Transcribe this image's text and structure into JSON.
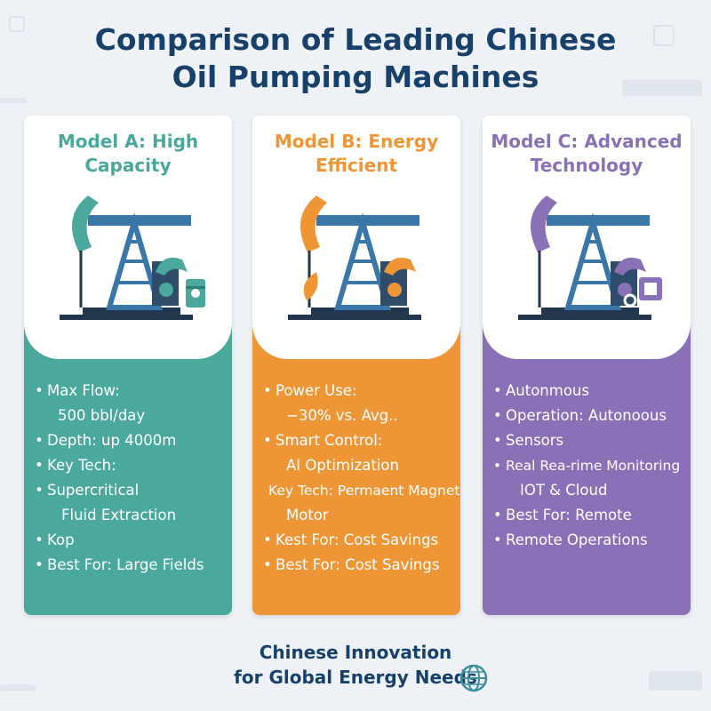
{
  "title": {
    "line1": "Comparison of Leading Chinese",
    "line2": "Oil Pumping Machines"
  },
  "colors": {
    "model_a": "#4aa89c",
    "model_b": "#ee9636",
    "model_c": "#8a70b6",
    "title": "#17416b"
  },
  "cards": [
    {
      "title_line1": "Model A: High",
      "title_line2": "Capacity",
      "icon": "pumpjack-with-oil-barrel-icon",
      "features": [
        {
          "text": "Max Flow:",
          "bullet": true
        },
        {
          "text": "500 bbl/day",
          "bullet": false
        },
        {
          "text": "Depth: up 4000m",
          "bullet": true
        },
        {
          "text": "Key Tech:",
          "bullet": true
        },
        {
          "text": "Supercritical",
          "bullet": true
        },
        {
          "text": "Fluid Extraction",
          "bullet": false
        },
        {
          "text": "Kop",
          "bullet": true
        },
        {
          "text": "Best For: Large Fields",
          "bullet": true
        }
      ]
    },
    {
      "title_line1": "Model B: Energy",
      "title_line2": "Efficient",
      "icon": "pumpjack-with-leaf-icon",
      "features": [
        {
          "text": "Power Use:",
          "bullet": true
        },
        {
          "text": "−30% vs. Avg..",
          "bullet": false
        },
        {
          "text": "Smart Control:",
          "bullet": true
        },
        {
          "text": "AI Optimization",
          "bullet": false
        },
        {
          "text": "Key Tech: Permaent Magnet",
          "bullet": false
        },
        {
          "text": "Motor",
          "bullet": false
        },
        {
          "text": "Kest For: Cost Savings",
          "bullet": true
        },
        {
          "text": "Best For: Cost Savings",
          "bullet": true
        }
      ]
    },
    {
      "title_line1": "Model C: Advanced",
      "title_line2": "Technology",
      "icon": "pumpjack-with-chip-icon",
      "features": [
        {
          "text": "",
          "bullet": false
        },
        {
          "text": "Autonmous",
          "bullet": true
        },
        {
          "text": "Operation: Autonoous",
          "bullet": true
        },
        {
          "text": "Sensors",
          "bullet": true
        },
        {
          "text": "Real Rea-rime Monitoring",
          "bullet": true
        },
        {
          "text": "IOT & Cloud",
          "bullet": false
        },
        {
          "text": "Best For: Remote",
          "bullet": true
        },
        {
          "text": "Remote Operations",
          "bullet": true
        }
      ]
    }
  ],
  "footer": {
    "line1": "Chinese Innovation",
    "line2": "for Global Energy Needs",
    "icon": "globe-icon"
  }
}
